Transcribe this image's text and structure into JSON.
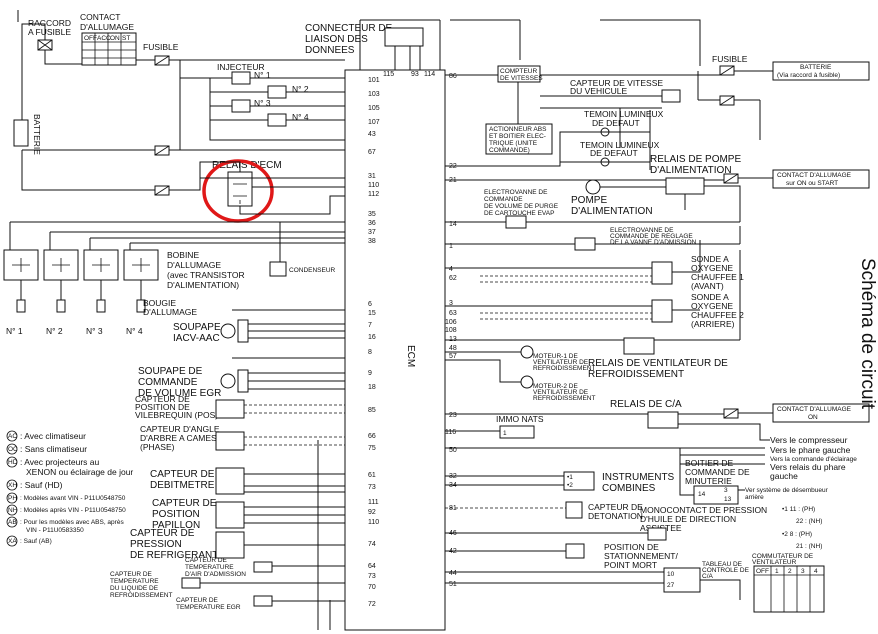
{
  "colors": {
    "line": "#111111",
    "highlight": "#e01818",
    "background": "#ffffff"
  },
  "top": {
    "raccord": "RACCORD A FUSIBLE",
    "contact_allumage": "CONTACT D'ALLUMAGE",
    "contact_cols": [
      "OFF",
      "ACC",
      "ON",
      "ST"
    ],
    "fusible_left": "FUSIBLE",
    "batterie_left": "BATTERIE",
    "connecteur": "CONNECTEUR DE LIAISON DES DONNEES",
    "connecteur_pins": [
      "115",
      "93",
      "114"
    ],
    "fusible_right": "FUSIBLE",
    "batterie_right": "BATTERIE (Via raccord à fusible)"
  },
  "injecteurs": {
    "title": "INJECTEUR",
    "items": [
      "N° 1",
      "N° 2",
      "N° 3",
      "N° 4"
    ]
  },
  "relais_ecm": "RELAIS D'ECM",
  "bobine": "BOBINE D'ALLUMAGE (avec TRANSISTOR D'ALIMENTATION)",
  "condenseur": "CONDENSEUR",
  "bougie": "BOUGIE D'ALLUMAGE",
  "bougie_numbers": [
    "N° 1",
    "N° 2",
    "N° 3",
    "N° 4"
  ],
  "left_components": {
    "iacv": "SOUPAPE IACV-AAC",
    "egr": "SOUPAPE DE COMMANDE DE VOLUME EGR",
    "pos": "CAPTEUR DE POSITION DE VILEBREQUIN (POS)",
    "phase": "CAPTEUR D'ANGLE D'ARBRE A CAMES (PHASE)",
    "debitmetre": "CAPTEUR DE DEBITMETRE",
    "papillon": "CAPTEUR DE POSITION PAPILLON",
    "refrigerant": "CAPTEUR DE PRESSION DE REFRIGERANT",
    "temp_air": "CAPTEUR DE TEMPERATURE D'AIR D'ADMISSION",
    "temp_liquide": "CAPTEUR DE TEMPERATURE DU LIQUIDE DE REFROIDISSEMENT",
    "temp_egr": "CAPTEUR DE TEMPERATURE EGR"
  },
  "ecm": {
    "label": "ECM",
    "left_pins": [
      "101",
      "103",
      "105",
      "107",
      "43",
      "67",
      "31",
      "110",
      "112",
      "35",
      "36",
      "37",
      "38",
      "6",
      "15",
      "7",
      "16",
      "8",
      "9",
      "18",
      "85",
      "66",
      "75",
      "61",
      "73",
      "111",
      "92",
      "110",
      "74",
      "64",
      "73",
      "70",
      "72"
    ],
    "right_pins": [
      "86",
      "22",
      "21",
      "14",
      "1",
      "4",
      "62",
      "3",
      "63",
      "106",
      "108",
      "13",
      "48",
      "57",
      "23",
      "116",
      "50",
      "32",
      "34",
      "81",
      "46",
      "42",
      "44",
      "51"
    ]
  },
  "legend": [
    {
      "code": "AC",
      "text": ": Avec climatiseur"
    },
    {
      "code": "OC",
      "text": ": Sans climatiseur"
    },
    {
      "code": "HD",
      "text": ": Avec projecteurs au XENON ou éclairage de jour"
    },
    {
      "code": "XH",
      "text": ": Sauf (HD)"
    },
    {
      "code": "PH",
      "text": ": Modèles avant VIN - P11U0548750"
    },
    {
      "code": "NH",
      "text": ": Modèles après VIN - P11U0548750"
    },
    {
      "code": "AB",
      "text": ": Pour les modèles avec ABS, après VIN - P11U0583350"
    },
    {
      "code": "XA",
      "text": ": Sauf (AB)"
    }
  ],
  "right_components": {
    "compteur": "COMPTEUR DE VITESSES",
    "capteur_vitesse": "CAPTEUR DE VITESSE DU VEHICULE",
    "temoin1": "TEMOIN LUMINEUX DE DEFAUT",
    "temoin2": "TEMOIN LUMINEUX DE DEFAUT",
    "actionneur": "ACTIONNEUR ABS ET BOITIER ELECTRIQUE (UNITE COMMANDE)",
    "relais_pompe": "RELAIS DE POMPE D'ALIMENTATION",
    "contact_on_start": "CONTACT D'ALLUMAGE sur ON ou START",
    "electrovanne_purge": "ELECTROVANNE DE COMMANDE DE VOLUME DE PURGE DE CARTOUCHE EVAP",
    "pompe": "POMPE D'ALIMENTATION",
    "electrovanne_reglage": "ELECTROVANNE DE COMMANDE DE REGLAGE DE LA VANNE D'ADMISSION",
    "sonde1": "SONDE A OXYGENE CHAUFFEE 1 (AVANT)",
    "sonde2": "SONDE A OXYGENE CHAUFFEE 2 (ARRIERE)",
    "moteur1": "MOTEUR-1 DE VENTILATEUR DE REFROIDISSEMENT",
    "moteur2": "MOTEUR-2 DE VENTILATEUR DE REFROIDISSEMENT",
    "relais_ventilateur": "RELAIS DE VENTILATEUR DE REFROIDISSEMENT",
    "relais_ca": "RELAIS DE C/A",
    "contact_on": "CONTACT D'ALLUMAGE ON",
    "immo": "IMMO NATS",
    "vers_compresseur": "Vers le compresseur",
    "vers_phare": "Vers le phare gauche",
    "vers_eclairage": "Vers la commande d'éclairage",
    "vers_relais_phare": "Vers relais du phare gauche",
    "boitier_minuterie": "BOITIER DE COMMANDE DE MINUTERIE",
    "vers_desembueur": "Ver système de désembueur arrière",
    "instruments": "INSTRUMENTS COMBINES",
    "detonation": "CAPTEUR DE DETONATION",
    "monocontact": "MONOCONTACT DE PRESSION D'HUILE DE DIRECTION ASSISTEE",
    "stationnement": "POSITION DE STATIONNEMENT/ POINT MORT",
    "tableau": "TABLEAU DE CONTROLE DE C/A",
    "commutateur": "COMMUTATEUR DE VENTILATEUR",
    "commutateur_cols": [
      "OFF",
      "1",
      "2",
      "3",
      "4"
    ]
  },
  "notes": [
    "•1 11 : (PH)",
    "22 : (NH)",
    "•2 8 : (PH)",
    "21 : (NH)"
  ],
  "side_title": "Schéma de circuit"
}
